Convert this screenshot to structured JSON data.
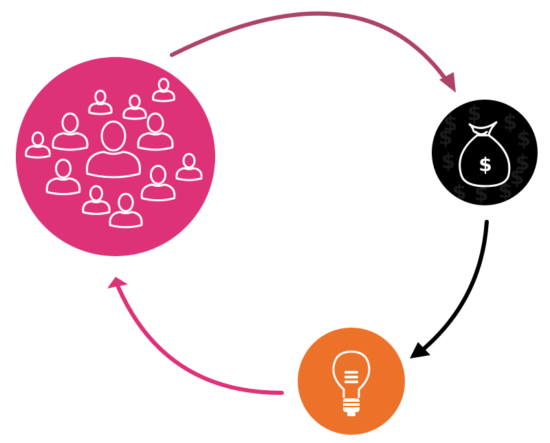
{
  "colors": {
    "background": "#ffffff",
    "community": "#de3278",
    "money": "#000000",
    "idea": "#ec722a",
    "icon": "#ffffff",
    "arrow_top": "#ad4368",
    "arrow_right": "#000000",
    "arrow_left": "#de3278",
    "money_pattern": "#1b1b1b"
  },
  "nodes": [
    {
      "id": "community",
      "icon": "people-group-icon"
    },
    {
      "id": "money",
      "icon": "money-bag-icon",
      "symbol": "$"
    },
    {
      "id": "idea",
      "icon": "lightbulb-icon"
    }
  ],
  "edges": [
    {
      "from": "community",
      "to": "money"
    },
    {
      "from": "money",
      "to": "idea"
    },
    {
      "from": "idea",
      "to": "community"
    }
  ]
}
